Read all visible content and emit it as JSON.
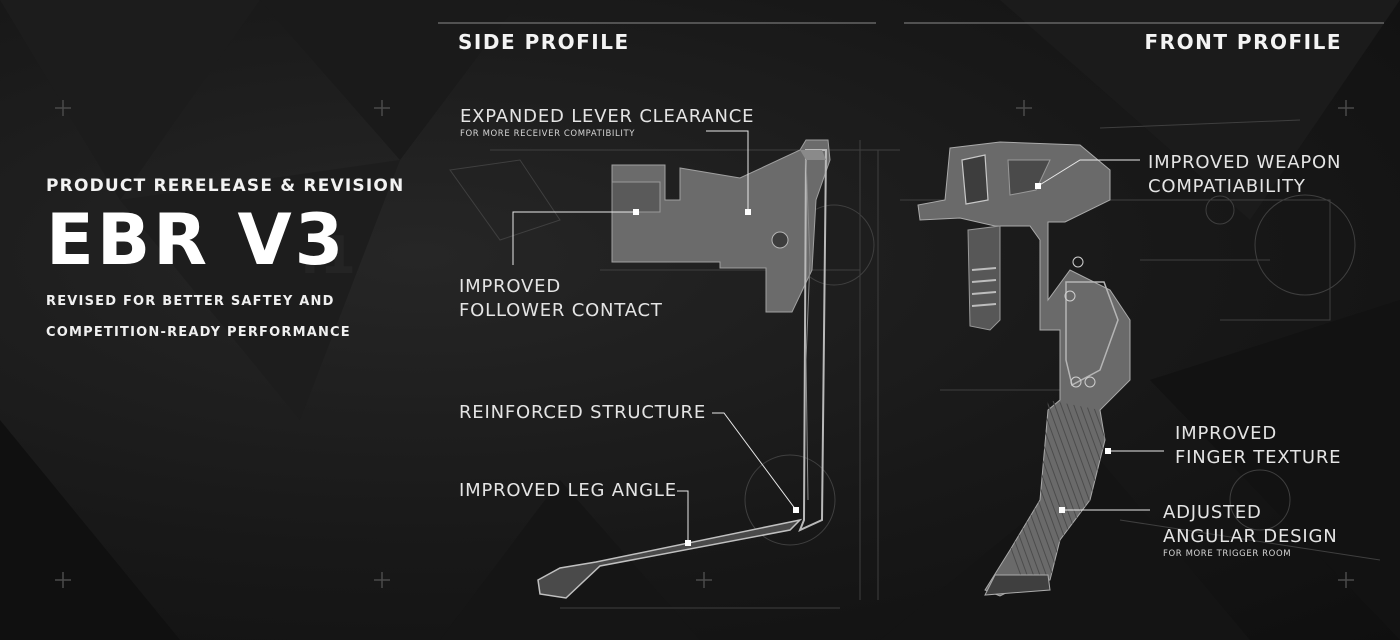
{
  "hero": {
    "kicker": "PRODUCT RERELEASE & REVISION",
    "title": "EBR V3",
    "subtitle_line1": "REVISED FOR BETTER SAFTEY AND",
    "subtitle_line2": "COMPETITION-READY PERFORMANCE"
  },
  "headings": {
    "side": "SIDE PROFILE",
    "front": "FRONT PROFILE"
  },
  "callouts": {
    "expanded_clearance": "EXPANDED LEVER CLEARANCE",
    "expanded_clearance_note": "FOR  MORE RECEIVER COMPATIBILITY",
    "follower_line1": "IMPROVED",
    "follower_line2": "FOLLOWER CONTACT",
    "reinforced": "REINFORCED STRUCTURE",
    "leg_angle": "IMPROVED LEG ANGLE",
    "weapon_line1": "IMPROVED WEAPON",
    "weapon_line2": "COMPATIABILITY",
    "finger_line1": "IMPROVED",
    "finger_line2": "FINGER TEXTURE",
    "angular_line1": "ADJUSTED",
    "angular_line2": "ANGULAR DESIGN",
    "angular_note": "FOR MORE TRIGGER ROOM"
  },
  "colors": {
    "background": "#141414",
    "text": "#e9e9e9",
    "part": "#6e6e6e",
    "sketch": "#5a5a5a"
  }
}
